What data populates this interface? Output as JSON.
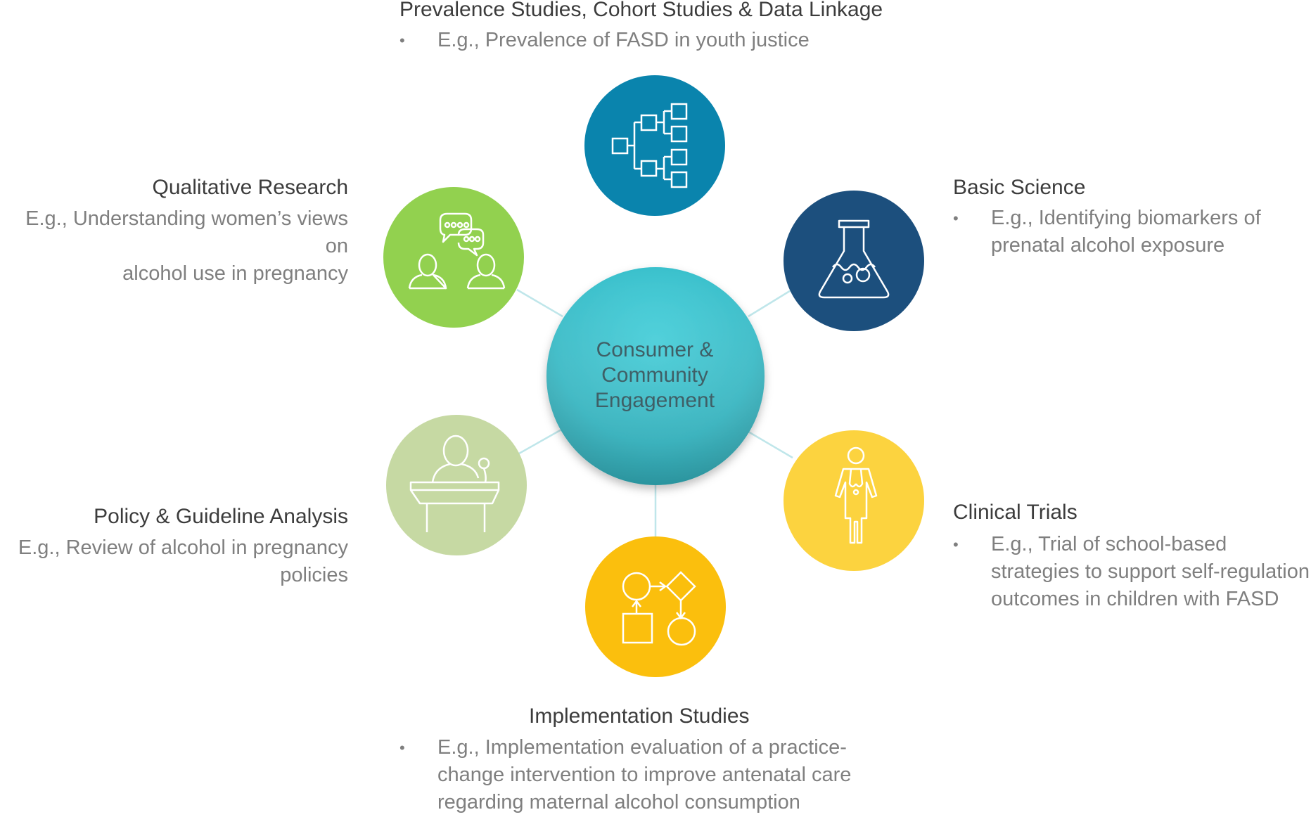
{
  "center": {
    "lines": [
      "Consumer &",
      "Community",
      "Engagement"
    ],
    "color": "#3fc8d4"
  },
  "nodes": {
    "prevalence": {
      "title": "Prevalence Studies, Cohort Studies & Data Linkage",
      "example": "E.g., Prevalence of FASD in youth justice",
      "color": "#0a84ad",
      "icon": "hierarchy-tree-icon"
    },
    "basic_science": {
      "title": "Basic Science",
      "example_lines": [
        "E.g., Identifying biomarkers of",
        "prenatal alcohol exposure"
      ],
      "color": "#1c4f7d",
      "icon": "flask-icon"
    },
    "clinical_trials": {
      "title": "Clinical Trials",
      "example_lines": [
        "E.g., Trial of school-based",
        "strategies to support self-regulation",
        "outcomes in children with FASD"
      ],
      "color": "#fcd33f",
      "icon": "doctor-icon"
    },
    "implementation": {
      "title": "Implementation Studies",
      "example_lines": [
        "E.g., Implementation evaluation of a practice-",
        "change intervention to improve antenatal care",
        "regarding maternal alcohol consumption"
      ],
      "color": "#fbbf0d",
      "icon": "flowchart-icon"
    },
    "policy": {
      "title": "Policy & Guideline Analysis",
      "example_lines": [
        "E.g., Review of alcohol in pregnancy",
        "policies"
      ],
      "color": "#c6d9a3",
      "icon": "podium-speaker-icon"
    },
    "qualitative": {
      "title": "Qualitative Research",
      "example_lines": [
        "E.g., Understanding women’s views on",
        "alcohol use in pregnancy"
      ],
      "color": "#92d14f",
      "icon": "conversation-icon"
    }
  },
  "bullet_char": "•",
  "connector_color": "#bfe6ea"
}
